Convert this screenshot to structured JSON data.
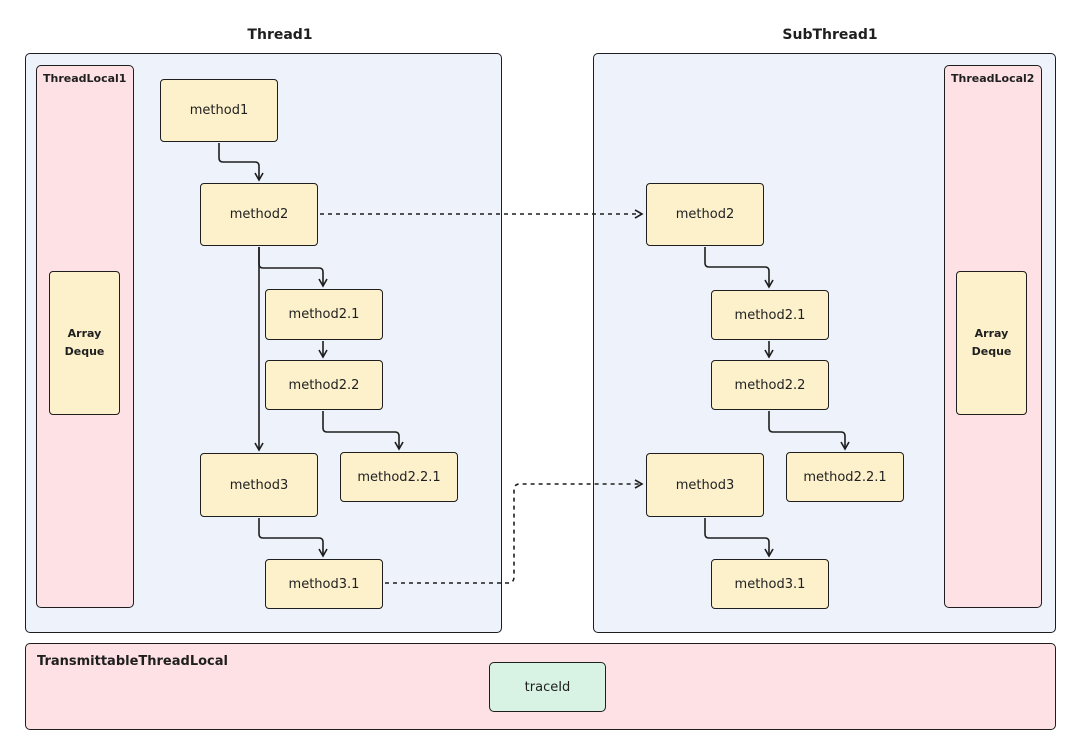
{
  "thread1": {
    "title": "Thread1",
    "threadlocal_label": "ThreadLocal1",
    "deque_line1": "Array",
    "deque_line2": "Deque",
    "methods": [
      "method1",
      "method2",
      "method2.1",
      "method2.2",
      "method2.2.1",
      "method3",
      "method3.1"
    ]
  },
  "subthread1": {
    "title": "SubThread1",
    "threadlocal_label": "ThreadLocal2",
    "deque_line1": "Array",
    "deque_line2": "Deque",
    "methods": [
      "method2",
      "method2.1",
      "method2.2",
      "method2.2.1",
      "method3",
      "method3.1"
    ]
  },
  "transmittable": {
    "label": "TransmittableThreadLocal",
    "trace_label": "traceId"
  },
  "colors": {
    "thread_bg": "#edf2fb",
    "threadlocal_bg": "#fde1e4",
    "method_bg": "#fdf1cc",
    "trace_bg": "#d8f3e3",
    "stroke": "#1e1e1e"
  }
}
